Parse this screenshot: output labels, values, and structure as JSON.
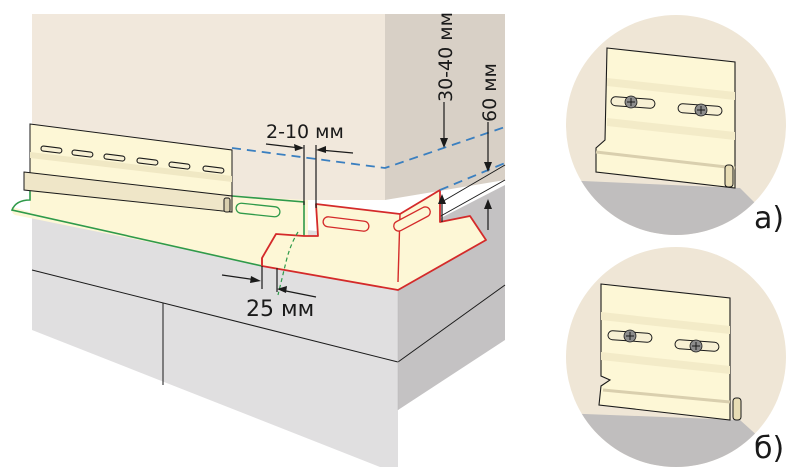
{
  "diagram": {
    "colors": {
      "wall_front": "#f1e8dc",
      "wall_side": "#d8d0c6",
      "foundation_front": "#e0dfe0",
      "foundation_side": "#c4c2c3",
      "panel": "#fdf7d6",
      "panel_stripe": "#f0e8c4",
      "starter_strip_green": "#2f9a4a",
      "corner_starter_red": "#d42a2a",
      "guide_line_blue": "#3a7fc0",
      "detail_circle": "#efe6d6",
      "detail_shadow": "#c0bebe",
      "screw": "#8c8c8c",
      "line": "#1a1a1a"
    },
    "dimensions": {
      "gap_between_strips": "2-10 мм",
      "overlap": "25 мм",
      "upper_offset": "30-40 мм",
      "lower_offset": "60 мм"
    },
    "details": [
      {
        "id": "a",
        "label": "а)"
      },
      {
        "id": "b",
        "label": "б)"
      }
    ]
  }
}
